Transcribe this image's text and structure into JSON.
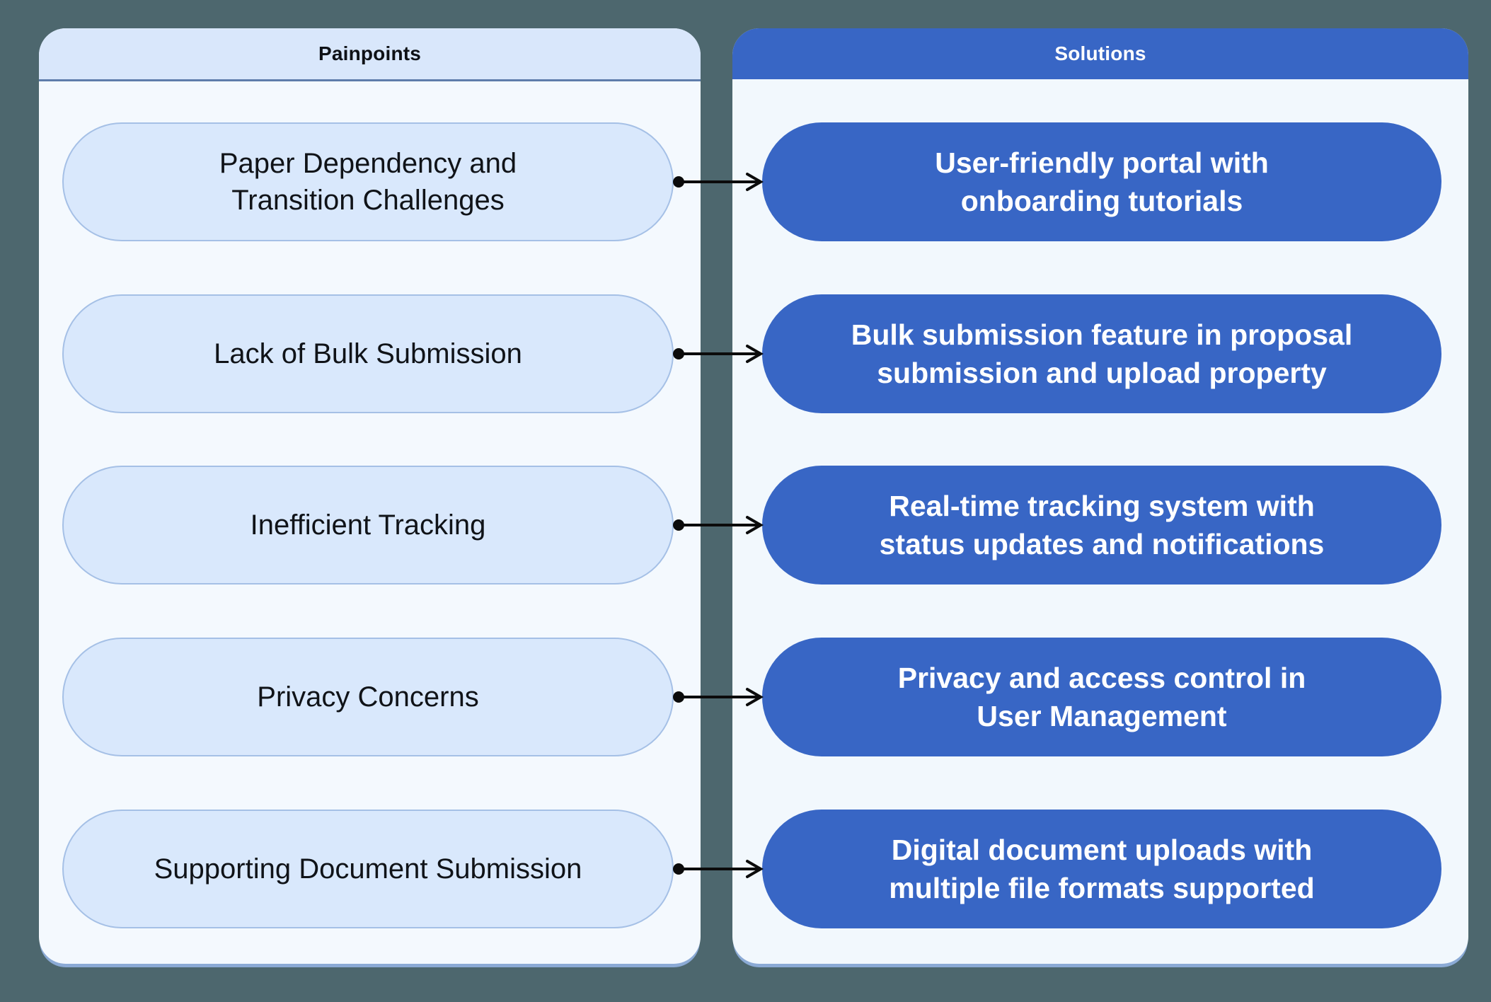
{
  "panels": {
    "painpoints": {
      "title": "Painpoints",
      "items": [
        "Paper Dependency and Transition Challenges",
        "Lack of Bulk Submission",
        "Inefficient Tracking",
        "Privacy Concerns",
        "Supporting Document Submission"
      ]
    },
    "solutions": {
      "title": "Solutions",
      "items": [
        "User-friendly portal with onboarding tutorials",
        "Bulk submission feature in proposal submission and upload property",
        "Real-time tracking system with status updates and notifications",
        "Privacy and access control in User Management",
        "Digital document uploads with multiple file formats supported"
      ]
    }
  },
  "connections": [
    {
      "from_index": 0,
      "to_index": 0
    },
    {
      "from_index": 1,
      "to_index": 1
    },
    {
      "from_index": 2,
      "to_index": 2
    },
    {
      "from_index": 3,
      "to_index": 3
    },
    {
      "from_index": 4,
      "to_index": 4
    }
  ],
  "colors": {
    "page_background": "#4d676e",
    "left_panel_body": "#f4f9fe",
    "right_panel_body": "#f2f8fd",
    "left_header_bg": "#d9e7fb",
    "left_header_underline": "#5f7dab",
    "accent_blue": "#3866c5",
    "painpoint_pill_bg": "#d9e8fc",
    "painpoint_pill_border": "#a5c0e6",
    "connector": "#0b0b0b",
    "text_dark": "#101318",
    "text_white": "#ffffff"
  }
}
